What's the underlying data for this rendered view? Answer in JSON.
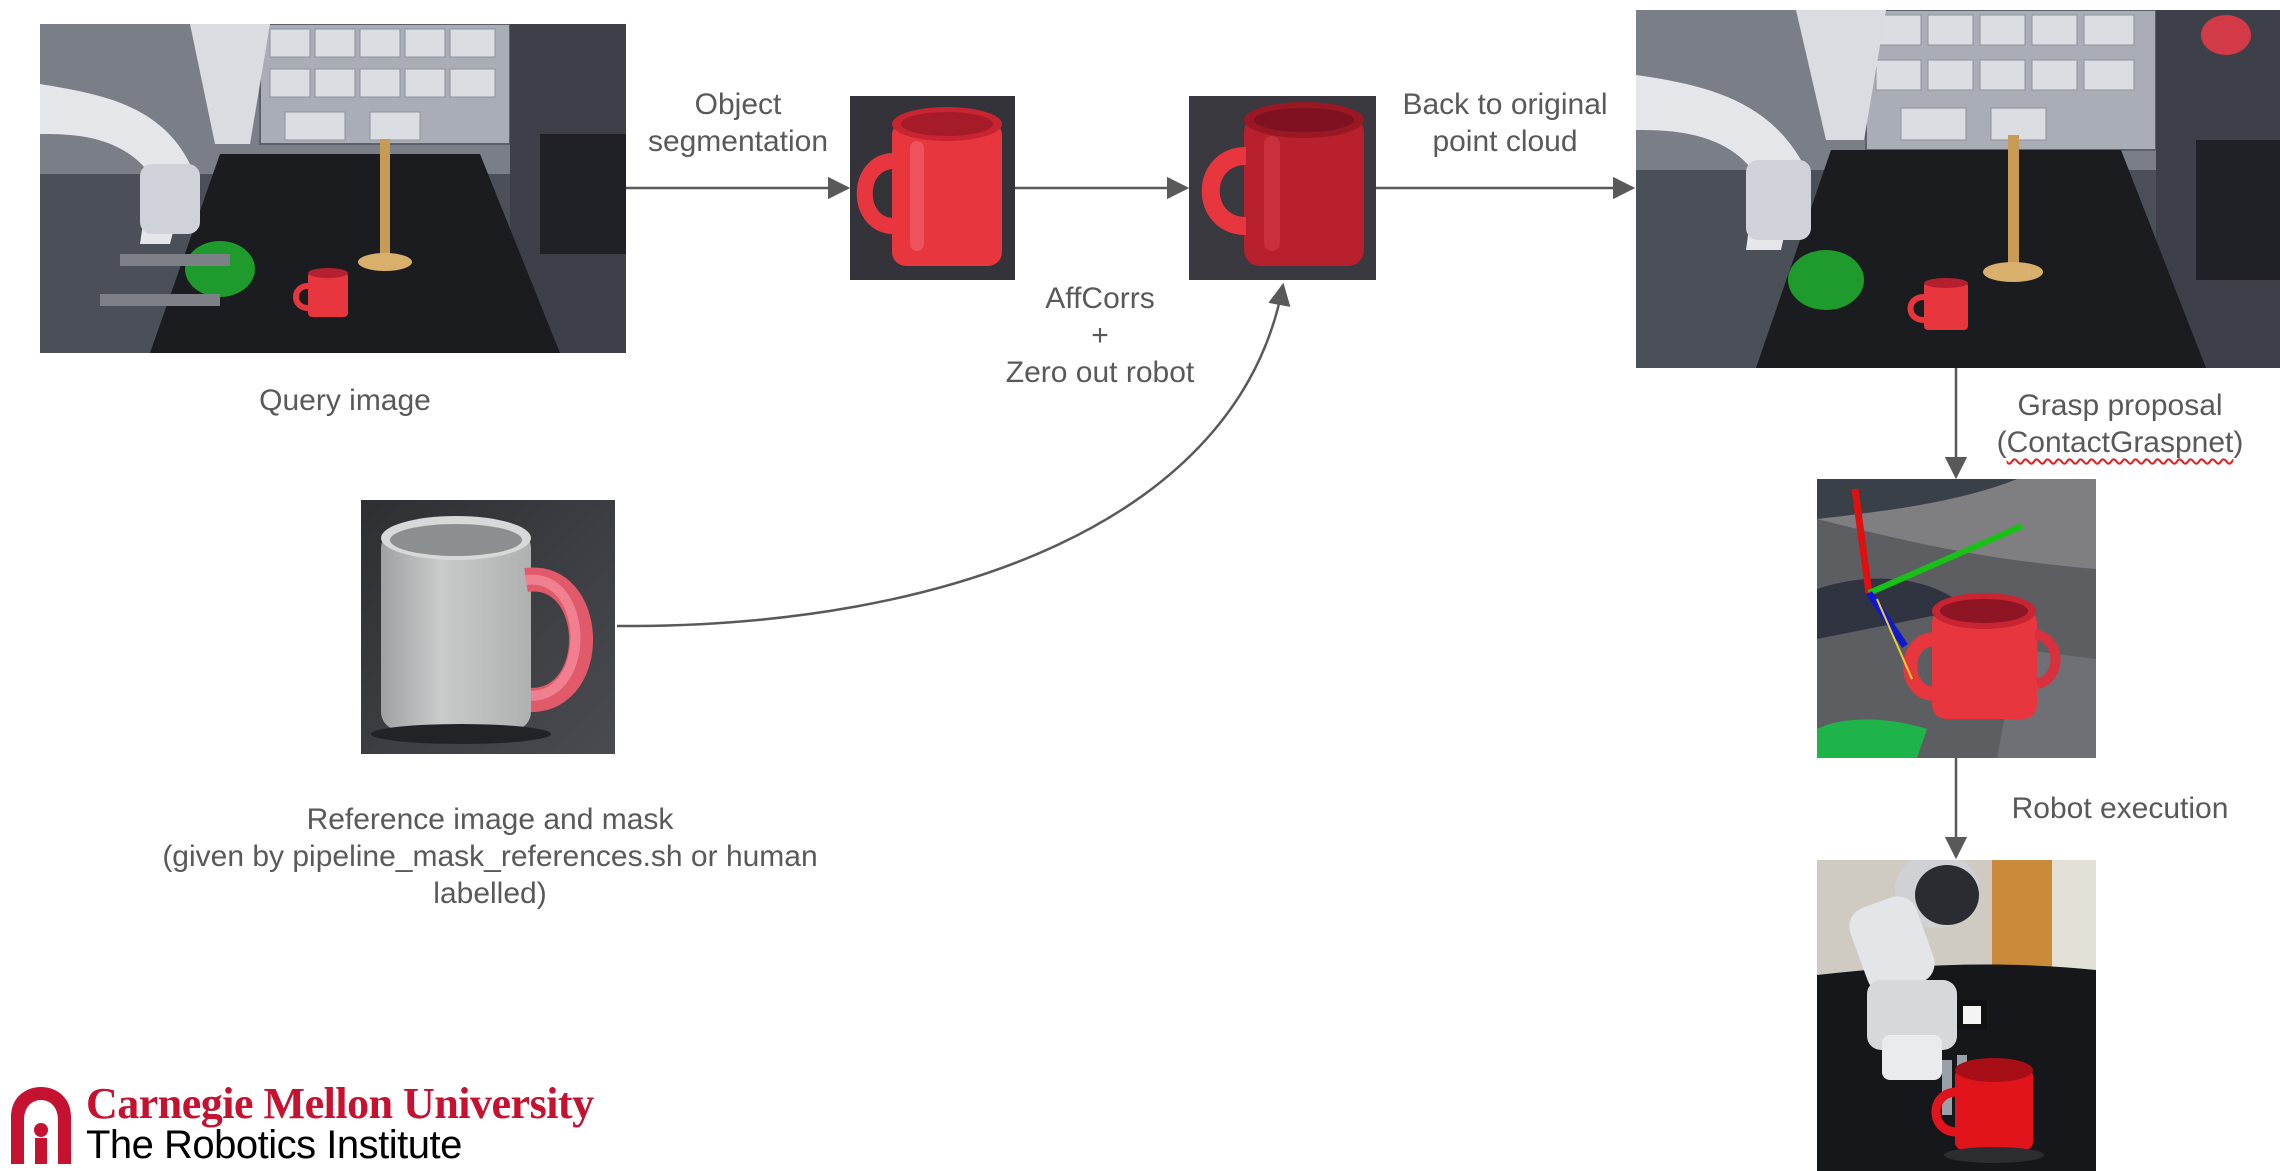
{
  "labels": {
    "query_image": "Query image",
    "object_segmentation_1": "Object",
    "object_segmentation_2": "segmentation",
    "affcorrs_1": "AffCorrs",
    "affcorrs_2": "+",
    "affcorrs_3": "Zero out robot",
    "back_to_original_1": "Back to original",
    "back_to_original_2": "point cloud",
    "grasp_proposal_1": "Grasp proposal",
    "grasp_proposal_2_open": "(",
    "grasp_proposal_2_name": "ContactGraspnet",
    "grasp_proposal_2_close": ")",
    "robot_execution": "Robot execution",
    "reference_1": "Reference image and mask",
    "reference_2": "(given by pipeline_mask_references.sh or human",
    "reference_3": "labelled)"
  },
  "logo": {
    "university": "Carnegie Mellon University",
    "institute": "The Robotics Institute",
    "color": "#c41230"
  },
  "colors": {
    "arrow": "#595959",
    "mug_red": "#e8363f",
    "axis_red": "#e01010",
    "axis_green": "#18c018",
    "axis_blue": "#1018d0"
  }
}
